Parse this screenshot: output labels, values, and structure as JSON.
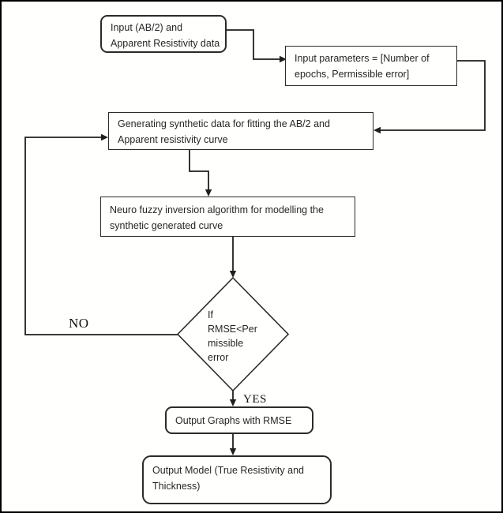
{
  "colors": {
    "line": "#1f1f1f",
    "box_border": "#2b2b2b",
    "text": "#262626",
    "background": "#ffffff"
  },
  "nodes": {
    "input_data": {
      "lines": [
        "Input (AB/2) and",
        "Apparent Resistivity data"
      ]
    },
    "input_params": {
      "lines": [
        "Input parameters = [Number of",
        "epochs, Permissible error]"
      ]
    },
    "generate_synthetic": {
      "lines": [
        "Generating synthetic data for fitting the AB/2 and",
        "Apparent resistivity curve"
      ]
    },
    "neuro_fuzzy": {
      "lines": [
        "Neuro fuzzy inversion algorithm for modelling the",
        "synthetic generated curve"
      ]
    },
    "decision": {
      "lines": [
        "If",
        "RMSE<Per",
        "missible",
        "error"
      ]
    },
    "output_graphs": {
      "lines": [
        "Output Graphs with RMSE"
      ]
    },
    "output_model": {
      "lines": [
        "Output Model (True Resistivity and",
        "Thickness)"
      ]
    }
  },
  "edge_labels": {
    "no": "NO",
    "yes": "YES"
  }
}
